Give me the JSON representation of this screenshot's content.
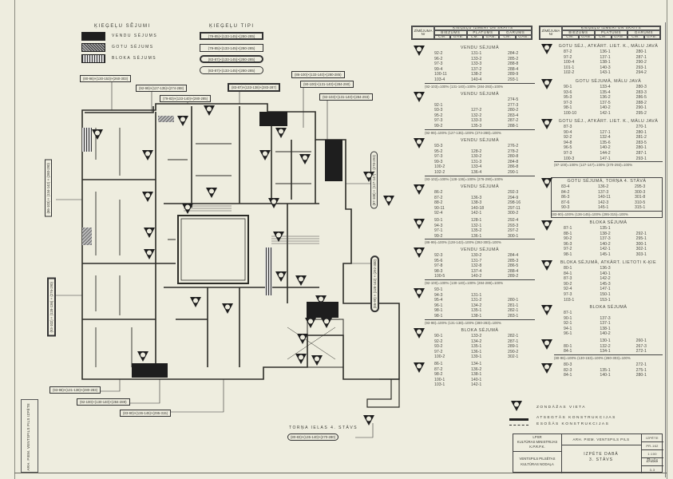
{
  "legend": {
    "sejumi_title": "ĶIEĢEĻU SĒJUMI",
    "sejumi": [
      "VENDU SĒJUMS",
      "GOTU SĒJUMS",
      "BLOKA SĒJUMS"
    ],
    "tipi_title": "ĶIEĢEĻU TIPI",
    "tipi": [
      "(79-85)×(133-145)×(280-285)",
      "(79-85)×(133-145)×(280-285)",
      "(83-87)×(133-145)×(280-285)",
      "(83-87)×(133-145)×(280-285)"
    ]
  },
  "table_header": {
    "drawing_no": "ZĪMĒJUMA Nr",
    "title": "ĶIEĢEĻU IZMĒRI UN SKAITS",
    "cols": [
      "BIEZUMS",
      "PLATUMS",
      "GARUMS"
    ],
    "units": [
      "CM.",
      "GAB.",
      "CM.",
      "GAB.",
      "CM.",
      "GAB."
    ]
  },
  "left_groups": [
    {
      "title": "VENDU SĒJUMĀ",
      "rows": [
        [
          "92-2",
          "131-1",
          "284-2"
        ],
        [
          "96-2",
          "133-2",
          "285-2"
        ],
        [
          "97-3",
          "133-3",
          "288-8"
        ],
        [
          "99-4",
          "137-2",
          "288-4"
        ],
        [
          "100-11",
          "138-2",
          "289-9"
        ],
        [
          "103-4",
          "140-4",
          "293-1"
        ]
      ],
      "total": "(92-103)=100%  (131-140)=100%  (284-293)=100%"
    },
    {
      "title": "VENDU SĒJUMĀ",
      "rows": [
        [
          "",
          "",
          "274-5"
        ],
        [
          "92-1",
          "",
          "277-3"
        ],
        [
          "93-3",
          "127-2",
          "280-2"
        ],
        [
          "95-2",
          "132-2",
          "283-4"
        ],
        [
          "97-3",
          "133-3",
          "287-2"
        ],
        [
          "99-2",
          "135-3",
          "288-1"
        ]
      ],
      "total": "(92-99)=100%  (127-135)=100%  (274-288)=100%"
    },
    {
      "title": "VENDU SĒJUMĀ",
      "rows": [
        [
          "93-3",
          "",
          "276-2"
        ],
        [
          "95-2",
          "128-2",
          "278-2"
        ],
        [
          "97-3",
          "130-2",
          "280-8"
        ],
        [
          "99-3",
          "131-3",
          "284-8"
        ],
        [
          "100-2",
          "133-4",
          "286-8"
        ],
        [
          "102-2",
          "136-4",
          "290-1"
        ]
      ],
      "total": "(93-102)=100%  (128-136)=100%  (276-290)=100%"
    },
    {
      "title": "VENDU SĒJUMĀ",
      "rows": [
        [
          "86-2",
          "",
          "292-3"
        ],
        [
          "87-2",
          "136-3",
          "294-9"
        ],
        [
          "88-2",
          "138-3",
          "298-16"
        ],
        [
          "90-11",
          "140-18",
          "297-11"
        ],
        [
          "92-4",
          "142-1",
          "300-2"
        ]
      ],
      "total": ""
    },
    {
      "title": "",
      "rows": [
        [
          "93-1",
          "128-1",
          "292-4"
        ],
        [
          "94-3",
          "132-1",
          "293-3"
        ],
        [
          "97-1",
          "135-2",
          "297-2"
        ],
        [
          "99-2",
          "136-1",
          "300-1"
        ]
      ],
      "total": "(86-99)=100%  (128-142)=100%  (292-300)=100%"
    },
    {
      "title": "VENDU SĒJUMĀ",
      "rows": [
        [
          "92-3",
          "130-2",
          "284-4"
        ],
        [
          "95-6",
          "131-7",
          "285-3"
        ],
        [
          "97-8",
          "132-8",
          "286-5"
        ],
        [
          "98-3",
          "137-4",
          "288-4"
        ],
        [
          "100-5",
          "140-2",
          "289-2"
        ]
      ],
      "total": "(92-100)=100%  (130-140)=100%  (284-289)=100%"
    },
    {
      "title": "",
      "rows": [
        [
          "93-1",
          "",
          ""
        ],
        [
          "94-3",
          "131-1",
          ""
        ],
        [
          "95-4",
          "131-2",
          "280-1"
        ],
        [
          "96-1",
          "134-2",
          "281-1"
        ],
        [
          "98-1",
          "135-1",
          "282-1"
        ],
        [
          "98-1",
          "138-1",
          "283-1"
        ]
      ],
      "total": "(93-98)=100%  (131-138)=100%  (280-283)=100%"
    },
    {
      "title": "BLOKA SĒJUMĀ",
      "rows": [
        [
          "90-1",
          "133-2",
          "282-1"
        ],
        [
          "92-2",
          "134-2",
          "287-1"
        ],
        [
          "93-2",
          "135-1",
          "289-1"
        ],
        [
          "97-2",
          "136-1",
          "290-2"
        ],
        [
          "100-2",
          "139-1",
          "302-1"
        ]
      ],
      "total": ""
    },
    {
      "title": "",
      "rows": [
        [
          "86-1",
          "134-1",
          ""
        ],
        [
          "87-2",
          "136-2",
          ""
        ],
        [
          "98-2",
          "138-1",
          ""
        ],
        [
          "100-1",
          "140-1",
          ""
        ],
        [
          "103-1",
          "142-1",
          ""
        ]
      ],
      "total": ""
    }
  ],
  "right_groups": [
    {
      "title": "GOTU SĒJ., ATKĀRT. LIET. K., MĀLU JAVĀ",
      "rows": [
        [
          "87-2",
          "136-1",
          "280-1"
        ],
        [
          "97-2",
          "137-1",
          "287-1"
        ],
        [
          "100-4",
          "138-1",
          "290-2"
        ],
        [
          "101-1",
          "140-3",
          "293-1"
        ],
        [
          "102-2",
          "143-1",
          "294-2"
        ]
      ],
      "total": ""
    },
    {
      "title": "GOTU SĒJUMĀ, MĀLU JAVĀ",
      "rows": [
        [
          "90-1",
          "133-4",
          "280-3"
        ],
        [
          "93-6",
          "135-4",
          "283-3"
        ],
        [
          "95-3",
          "136-2",
          "286-5"
        ],
        [
          "97-3",
          "137-5",
          "288-2"
        ],
        [
          "98-1",
          "140-2",
          "290-1"
        ],
        [
          "100-10",
          "142-1",
          "295-2"
        ]
      ],
      "total": ""
    },
    {
      "title": "GOTU SĒJ., ATKĀRT. LIET. K., MĀLU JAVĀ",
      "rows": [
        [
          "87-3",
          "",
          "270-1"
        ],
        [
          "90-4",
          "127-1",
          "280-1"
        ],
        [
          "92-2",
          "132-4",
          "281-2"
        ],
        [
          "94-8",
          "135-6",
          "283-5"
        ],
        [
          "96-5",
          "140-2",
          "280-1"
        ],
        [
          "97-3",
          "144-2",
          "287-1"
        ],
        [
          "100-3",
          "147-1",
          "293-1"
        ]
      ],
      "total": "(87-100)=100%  (127-147)=100%  (270-293)=100%"
    },
    {
      "title": "GOTU SĒJUMĀ, TORŅA 4. STĀVĀ",
      "rows": [
        [
          "83-4",
          "136-2",
          "295-3"
        ],
        [
          "84-2",
          "137-3",
          "300-3"
        ],
        [
          "86-3",
          "140-11",
          "301-8"
        ],
        [
          "87-6",
          "142-3",
          "310-5"
        ],
        [
          "90-3",
          "145-1",
          "315-1"
        ]
      ],
      "total": "(83-90)=100%  (136-145)=100%  (295-315)=100%"
    },
    {
      "title": "BLOKA SĒJUMĀ",
      "rows": [
        [
          "87-1",
          "135-1",
          ""
        ],
        [
          "88-1",
          "138-2",
          "292-1"
        ],
        [
          "90-2",
          "137-3",
          "295-1"
        ],
        [
          "96-3",
          "140-2",
          "300-1"
        ],
        [
          "97-2",
          "142-1",
          "302-1"
        ],
        [
          "98-1",
          "145-1",
          "303-1"
        ]
      ],
      "total": ""
    },
    {
      "title": "BLOKA SĒJUMĀ, ATKĀRT. LIETOTI K-ĶIE",
      "rows": [
        [
          "80-1",
          "136-3",
          ""
        ],
        [
          "84-1",
          "140-1",
          ""
        ],
        [
          "87-3",
          "142-2",
          ""
        ],
        [
          "90-2",
          "145-3",
          ""
        ],
        [
          "92-4",
          "147-1",
          ""
        ],
        [
          "97-3",
          "150-1",
          ""
        ],
        [
          "103-1",
          "153-1",
          ""
        ]
      ],
      "total": ""
    },
    {
      "title": "BLOKA SĒJUMĀ",
      "rows": [
        [
          "87-1",
          "",
          ""
        ],
        [
          "90-1",
          "137-3",
          ""
        ],
        [
          "92-1",
          "137-1",
          ""
        ],
        [
          "94-1",
          "138-1",
          ""
        ],
        [
          "96-1",
          "140-2",
          ""
        ]
      ],
      "total": ""
    },
    {
      "title": "",
      "rows": [
        [
          "",
          "130-1",
          "260-1"
        ],
        [
          "80-1",
          "132-2",
          "267-3"
        ],
        [
          "84-1",
          "134-1",
          "272-1"
        ]
      ],
      "total": "(80-96)=100%  (130-153)=100%  (260-303)=100%"
    },
    {
      "title": "",
      "rows": [
        [
          "80-3",
          "",
          "272-1"
        ],
        [
          "82-3",
          "135-1",
          "275-1"
        ],
        [
          "84-1",
          "140-1",
          "280-1"
        ]
      ],
      "total": ""
    }
  ],
  "plan": {
    "caption": "TORŅA IELAS 4. STĀVS",
    "caption_bricks": "(80-83)×(135-140)×(270-280)",
    "labels": [
      "(79-83)×(133-140)×(280-285)",
      "(83-87)×(133-138)×(283-287)",
      "(86-100)×(133-140)×(280-285)",
      "(90-100)×(131-140)×(284-290)",
      "(92-103)×(131-140)×(284-293)",
      "(92-99)×(127-135)×(274-288)",
      "(80-96)×(130-153)×(260-303)",
      "(86-103)×(134-142)×(280-290)",
      "(93-102)×(128-136)×(276-290)",
      "(87-100)×(127-147)×(270-293)",
      "(86-99)×(128-142)×(292-300)",
      "(93-98)×(131-138)×(280-283)",
      "(92-100)×(130-140)×(284-289)",
      "(83-90)×(136-145)×(295-315)"
    ]
  },
  "bottom_legend": {
    "probe": "ZONDĀŽAS VIETA",
    "exposed": "ATSEGTĀS KONSTRUKCIJAS",
    "existing": "ESOŠĀS KONSTRUKCIJAS"
  },
  "title_block": {
    "org": [
      "LPSR",
      "KULTŪRAS MINISTRIJAS",
      "K.P.R.P.K."
    ],
    "client": [
      "VENTSPILS PILSĒTAS",
      "KULTŪRAS NODAĻA"
    ],
    "object": "ARH. PIEM. VENTSPILS PILS",
    "sheet_title": [
      "IZPĒTE DABĀ",
      "3. STĀVS"
    ],
    "stage": "IZPĒTE",
    "project_no": "PR-162",
    "scale": "1:100",
    "signature": "Bušs",
    "sheet_no": "3-3"
  },
  "side_stamp": "ARH. PIEM. VENTSPILS PILS IZPĒTE"
}
